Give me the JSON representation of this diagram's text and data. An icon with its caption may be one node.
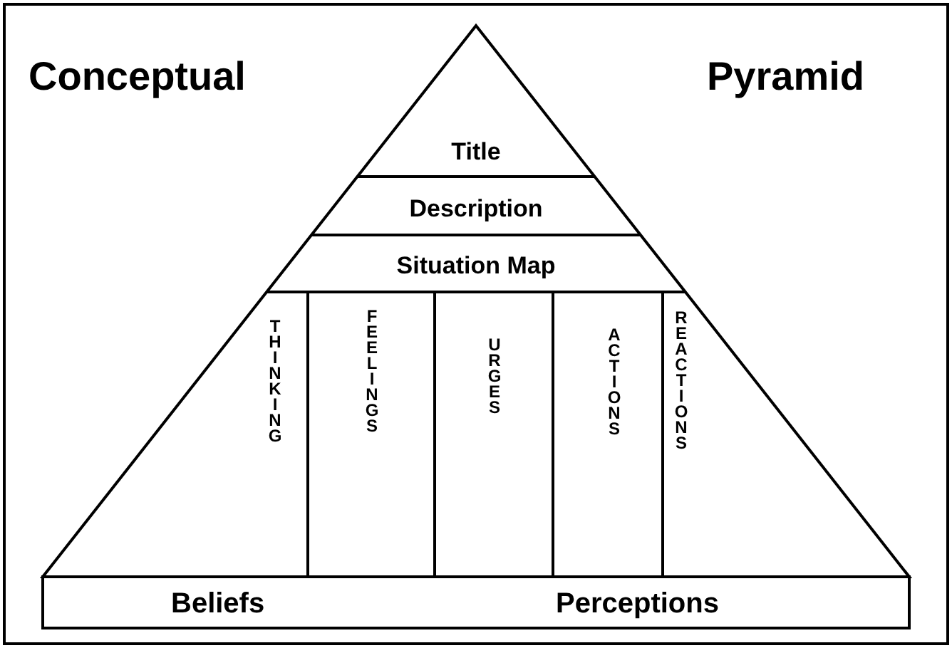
{
  "diagram": {
    "nodes": [
      {
        "text": [
          "Title"
        ]
      },
      {
        "text": [
          "Description"
        ]
      },
      {
        "text": [
          "Situation Map"
        ]
      },
      {
        "text": [
          "THINKING"
        ]
      },
      {
        "text": [
          "FEELINGS"
        ]
      },
      {
        "text": [
          "URGES"
        ]
      },
      {
        "text": [
          "ACTIONS"
        ]
      },
      {
        "text": [
          "REACTIONS"
        ]
      },
      {
        "text": [
          "Beliefs",
          "Perceptions"
        ]
      }
    ],
    "edges": [],
    "labels": [
      "Conceptual",
      "Pyramid"
    ]
  }
}
